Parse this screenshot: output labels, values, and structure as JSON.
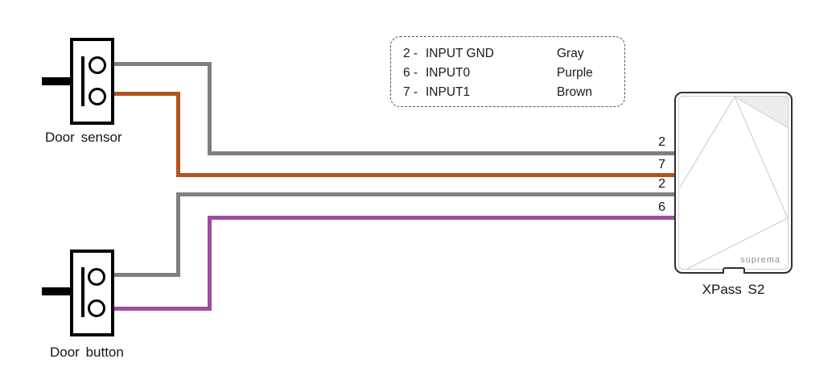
{
  "diagram": {
    "legend": {
      "rows": [
        {
          "pin": "2 -",
          "signal": "INPUT GND",
          "color_name": "Gray"
        },
        {
          "pin": "6 -",
          "signal": "INPUT0",
          "color_name": "Purple"
        },
        {
          "pin": "7 -",
          "signal": "INPUT1",
          "color_name": "Brown"
        }
      ]
    },
    "components": {
      "door_sensor": {
        "label": "Door sensor"
      },
      "door_button": {
        "label": "Door button"
      },
      "reader": {
        "label": "XPass S2",
        "brand": "suprema"
      }
    },
    "pins": [
      {
        "number": "2",
        "wire": "gray"
      },
      {
        "number": "7",
        "wire": "brown"
      },
      {
        "number": "2",
        "wire": "gray"
      },
      {
        "number": "6",
        "wire": "purple"
      }
    ],
    "colors": {
      "gray": "#7f7f7f",
      "brown": "#b4511e",
      "purple": "#9e4c9e"
    }
  }
}
